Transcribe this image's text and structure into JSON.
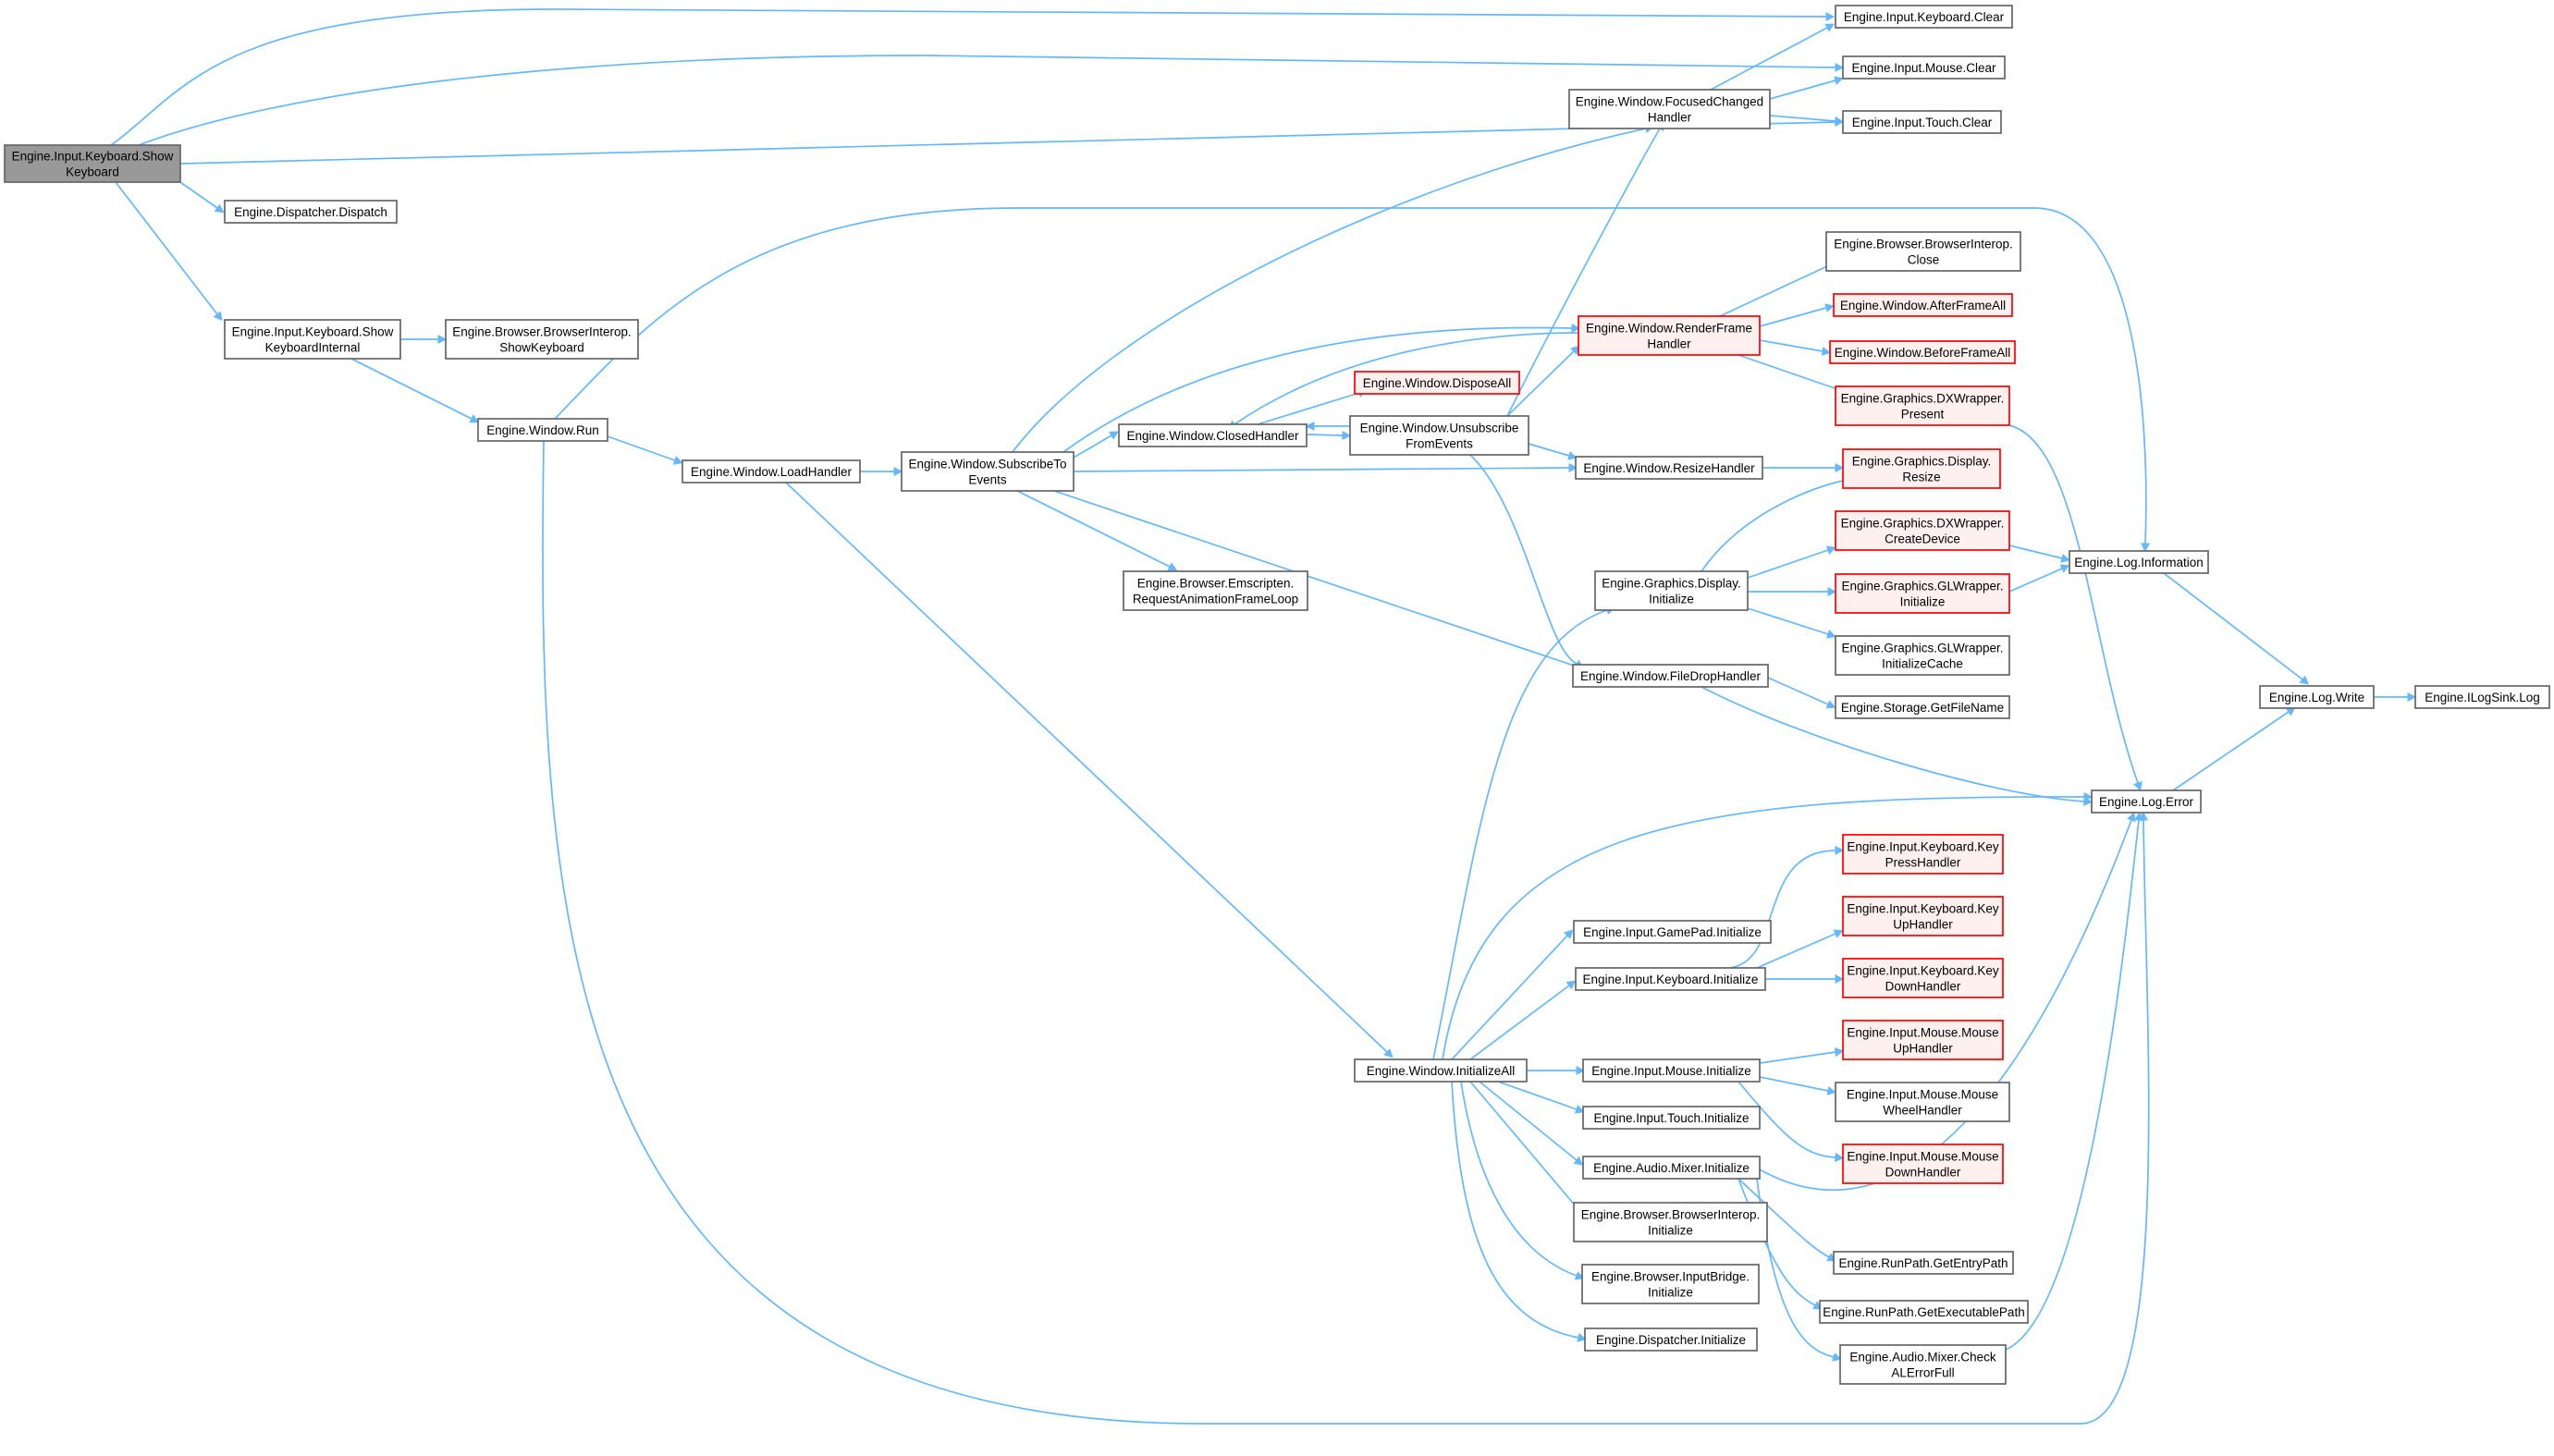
{
  "graph": {
    "title": "Call graph of Engine.Input.Keyboard.ShowKeyboard",
    "colors": {
      "edge": "#63b8ff",
      "box_border": "#666666",
      "box_fill": "#ffffff",
      "root_fill": "#999999",
      "root_border": "#666666",
      "truncated_border": "#ff0000",
      "truncated_fill": "#fff0f0",
      "text": "#000000"
    },
    "nodes": [
      {
        "id": "root",
        "lines": [
          "Engine.Input.Keyboard.Show",
          "Keyboard"
        ],
        "style": "root"
      },
      {
        "id": "dispatch",
        "lines": [
          "Engine.Dispatcher.Dispatch"
        ],
        "style": "normal"
      },
      {
        "id": "showkbint",
        "lines": [
          "Engine.Input.Keyboard.Show",
          "KeyboardInternal"
        ],
        "style": "normal"
      },
      {
        "id": "bi_showkb",
        "lines": [
          "Engine.Browser.BrowserInterop.",
          "ShowKeyboard"
        ],
        "style": "normal"
      },
      {
        "id": "run",
        "lines": [
          "Engine.Window.Run"
        ],
        "style": "normal"
      },
      {
        "id": "loadhandler",
        "lines": [
          "Engine.Window.LoadHandler"
        ],
        "style": "normal"
      },
      {
        "id": "subscribe",
        "lines": [
          "Engine.Window.SubscribeTo",
          "Events"
        ],
        "style": "normal"
      },
      {
        "id": "closedhandler",
        "lines": [
          "Engine.Window.ClosedHandler"
        ],
        "style": "normal"
      },
      {
        "id": "unsubscribe",
        "lines": [
          "Engine.Window.Unsubscribe",
          "FromEvents"
        ],
        "style": "normal"
      },
      {
        "id": "disposeall",
        "lines": [
          "Engine.Window.DisposeAll"
        ],
        "style": "truncated"
      },
      {
        "id": "emscripten",
        "lines": [
          "Engine.Browser.Emscripten.",
          "RequestAnimationFrameLoop"
        ],
        "style": "normal"
      },
      {
        "id": "focused",
        "lines": [
          "Engine.Window.FocusedChanged",
          "Handler"
        ],
        "style": "normal"
      },
      {
        "id": "renderframe",
        "lines": [
          "Engine.Window.RenderFrame",
          "Handler"
        ],
        "style": "truncated"
      },
      {
        "id": "resizehandler",
        "lines": [
          "Engine.Window.ResizeHandler"
        ],
        "style": "normal"
      },
      {
        "id": "display_init",
        "lines": [
          "Engine.Graphics.Display.",
          "Initialize"
        ],
        "style": "normal"
      },
      {
        "id": "filedrop",
        "lines": [
          "Engine.Window.FileDropHandler"
        ],
        "style": "normal"
      },
      {
        "id": "initall",
        "lines": [
          "Engine.Window.InitializeAll"
        ],
        "style": "normal"
      },
      {
        "id": "gamepad_init",
        "lines": [
          "Engine.Input.GamePad.Initialize"
        ],
        "style": "normal"
      },
      {
        "id": "keyboard_init",
        "lines": [
          "Engine.Input.Keyboard.Initialize"
        ],
        "style": "normal"
      },
      {
        "id": "mouse_init",
        "lines": [
          "Engine.Input.Mouse.Initialize"
        ],
        "style": "normal"
      },
      {
        "id": "touch_init",
        "lines": [
          "Engine.Input.Touch.Initialize"
        ],
        "style": "normal"
      },
      {
        "id": "mixer_init",
        "lines": [
          "Engine.Audio.Mixer.Initialize"
        ],
        "style": "normal"
      },
      {
        "id": "bi_init",
        "lines": [
          "Engine.Browser.BrowserInterop.",
          "Initialize"
        ],
        "style": "normal"
      },
      {
        "id": "inputbridge_init",
        "lines": [
          "Engine.Browser.InputBridge.",
          "Initialize"
        ],
        "style": "normal"
      },
      {
        "id": "dispatcher_init",
        "lines": [
          "Engine.Dispatcher.Initialize"
        ],
        "style": "normal"
      },
      {
        "id": "kb_clear",
        "lines": [
          "Engine.Input.Keyboard.Clear"
        ],
        "style": "normal"
      },
      {
        "id": "mouse_clear",
        "lines": [
          "Engine.Input.Mouse.Clear"
        ],
        "style": "normal"
      },
      {
        "id": "touch_clear",
        "lines": [
          "Engine.Input.Touch.Clear"
        ],
        "style": "normal"
      },
      {
        "id": "bi_close",
        "lines": [
          "Engine.Browser.BrowserInterop.",
          "Close"
        ],
        "style": "normal"
      },
      {
        "id": "afterframe",
        "lines": [
          "Engine.Window.AfterFrameAll"
        ],
        "style": "truncated"
      },
      {
        "id": "beforeframe",
        "lines": [
          "Engine.Window.BeforeFrameAll"
        ],
        "style": "truncated"
      },
      {
        "id": "dx_present",
        "lines": [
          "Engine.Graphics.DXWrapper.",
          "Present"
        ],
        "style": "truncated"
      },
      {
        "id": "display_resize",
        "lines": [
          "Engine.Graphics.Display.",
          "Resize"
        ],
        "style": "truncated"
      },
      {
        "id": "dx_createdevice",
        "lines": [
          "Engine.Graphics.DXWrapper.",
          "CreateDevice"
        ],
        "style": "truncated"
      },
      {
        "id": "gl_init",
        "lines": [
          "Engine.Graphics.GLWrapper.",
          "Initialize"
        ],
        "style": "truncated"
      },
      {
        "id": "gl_initcache",
        "lines": [
          "Engine.Graphics.GLWrapper.",
          "InitializeCache"
        ],
        "style": "normal"
      },
      {
        "id": "getfilename",
        "lines": [
          "Engine.Storage.GetFileName"
        ],
        "style": "normal"
      },
      {
        "id": "kb_keypress",
        "lines": [
          "Engine.Input.Keyboard.Key",
          "PressHandler"
        ],
        "style": "truncated"
      },
      {
        "id": "kb_keyup",
        "lines": [
          "Engine.Input.Keyboard.Key",
          "UpHandler"
        ],
        "style": "truncated"
      },
      {
        "id": "kb_keydown",
        "lines": [
          "Engine.Input.Keyboard.Key",
          "DownHandler"
        ],
        "style": "truncated"
      },
      {
        "id": "mouse_up",
        "lines": [
          "Engine.Input.Mouse.Mouse",
          "UpHandler"
        ],
        "style": "truncated"
      },
      {
        "id": "mouse_wheel",
        "lines": [
          "Engine.Input.Mouse.Mouse",
          "WheelHandler"
        ],
        "style": "normal"
      },
      {
        "id": "mouse_down",
        "lines": [
          "Engine.Input.Mouse.Mouse",
          "DownHandler"
        ],
        "style": "truncated"
      },
      {
        "id": "getentrypath",
        "lines": [
          "Engine.RunPath.GetEntryPath"
        ],
        "style": "normal"
      },
      {
        "id": "getexepath",
        "lines": [
          "Engine.RunPath.GetExecutablePath"
        ],
        "style": "normal"
      },
      {
        "id": "checkal",
        "lines": [
          "Engine.Audio.Mixer.Check",
          "ALErrorFull"
        ],
        "style": "normal"
      },
      {
        "id": "log_info",
        "lines": [
          "Engine.Log.Information"
        ],
        "style": "normal"
      },
      {
        "id": "log_error",
        "lines": [
          "Engine.Log.Error"
        ],
        "style": "normal"
      },
      {
        "id": "log_write",
        "lines": [
          "Engine.Log.Write"
        ],
        "style": "normal"
      },
      {
        "id": "ilogsink",
        "lines": [
          "Engine.ILogSink.Log"
        ],
        "style": "normal"
      }
    ],
    "edges": [
      {
        "from": "root",
        "to": "kb_clear"
      },
      {
        "from": "root",
        "to": "mouse_clear"
      },
      {
        "from": "root",
        "to": "touch_clear"
      },
      {
        "from": "root",
        "to": "dispatch"
      },
      {
        "from": "root",
        "to": "showkbint"
      },
      {
        "from": "showkbint",
        "to": "bi_showkb"
      },
      {
        "from": "showkbint",
        "to": "run"
      },
      {
        "from": "run",
        "to": "log_info"
      },
      {
        "from": "run",
        "to": "loadhandler"
      },
      {
        "from": "run",
        "to": "log_error"
      },
      {
        "from": "loadhandler",
        "to": "subscribe"
      },
      {
        "from": "loadhandler",
        "to": "initall"
      },
      {
        "from": "subscribe",
        "to": "focused"
      },
      {
        "from": "subscribe",
        "to": "renderframe"
      },
      {
        "from": "subscribe",
        "to": "closedhandler"
      },
      {
        "from": "subscribe",
        "to": "resizehandler"
      },
      {
        "from": "subscribe",
        "to": "emscripten"
      },
      {
        "from": "subscribe",
        "to": "filedrop"
      },
      {
        "from": "closedhandler",
        "to": "disposeall"
      },
      {
        "from": "closedhandler",
        "to": "unsubscribe"
      },
      {
        "from": "unsubscribe",
        "to": "closedhandler"
      },
      {
        "from": "renderframe",
        "to": "closedhandler"
      },
      {
        "from": "unsubscribe",
        "to": "focused"
      },
      {
        "from": "unsubscribe",
        "to": "renderframe"
      },
      {
        "from": "unsubscribe",
        "to": "resizehandler"
      },
      {
        "from": "unsubscribe",
        "to": "filedrop"
      },
      {
        "from": "focused",
        "to": "kb_clear"
      },
      {
        "from": "focused",
        "to": "mouse_clear"
      },
      {
        "from": "focused",
        "to": "touch_clear"
      },
      {
        "from": "renderframe",
        "to": "bi_close"
      },
      {
        "from": "renderframe",
        "to": "afterframe"
      },
      {
        "from": "renderframe",
        "to": "beforeframe"
      },
      {
        "from": "renderframe",
        "to": "dx_present"
      },
      {
        "from": "resizehandler",
        "to": "display_resize"
      },
      {
        "from": "display_init",
        "to": "display_resize"
      },
      {
        "from": "display_init",
        "to": "dx_createdevice"
      },
      {
        "from": "display_init",
        "to": "gl_init"
      },
      {
        "from": "display_init",
        "to": "gl_initcache"
      },
      {
        "from": "filedrop",
        "to": "getfilename"
      },
      {
        "from": "filedrop",
        "to": "log_error"
      },
      {
        "from": "dx_createdevice",
        "to": "log_info"
      },
      {
        "from": "gl_init",
        "to": "log_info"
      },
      {
        "from": "dx_present",
        "to": "log_error"
      },
      {
        "from": "initall",
        "to": "display_init"
      },
      {
        "from": "initall",
        "to": "log_error"
      },
      {
        "from": "initall",
        "to": "gamepad_init"
      },
      {
        "from": "initall",
        "to": "keyboard_init"
      },
      {
        "from": "initall",
        "to": "mouse_init"
      },
      {
        "from": "initall",
        "to": "touch_init"
      },
      {
        "from": "initall",
        "to": "mixer_init"
      },
      {
        "from": "initall",
        "to": "bi_init"
      },
      {
        "from": "initall",
        "to": "inputbridge_init"
      },
      {
        "from": "initall",
        "to": "dispatcher_init"
      },
      {
        "from": "keyboard_init",
        "to": "kb_keypress"
      },
      {
        "from": "keyboard_init",
        "to": "kb_keyup"
      },
      {
        "from": "keyboard_init",
        "to": "kb_keydown"
      },
      {
        "from": "mouse_init",
        "to": "mouse_up"
      },
      {
        "from": "mouse_init",
        "to": "mouse_wheel"
      },
      {
        "from": "mouse_init",
        "to": "mouse_down"
      },
      {
        "from": "mixer_init",
        "to": "log_error"
      },
      {
        "from": "mixer_init",
        "to": "getentrypath"
      },
      {
        "from": "mixer_init",
        "to": "getexepath"
      },
      {
        "from": "mixer_init",
        "to": "checkal"
      },
      {
        "from": "checkal",
        "to": "log_error"
      },
      {
        "from": "log_info",
        "to": "log_write"
      },
      {
        "from": "log_error",
        "to": "log_write"
      },
      {
        "from": "log_write",
        "to": "ilogsink"
      }
    ]
  }
}
